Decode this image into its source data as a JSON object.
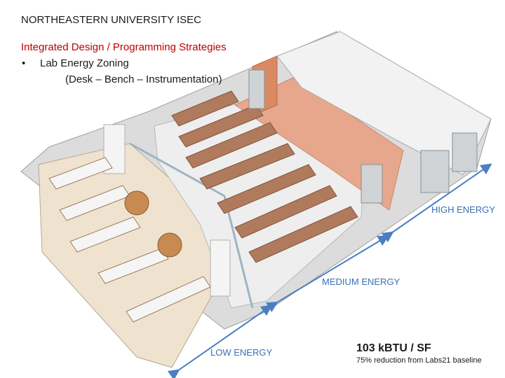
{
  "header": {
    "title": "NORTHEASTERN UNIVERSITY ISEC",
    "subtitle": "Integrated Design / Programming Strategies",
    "bullet_symbol": "•",
    "bullet_text": "Lab Energy Zoning",
    "bullet_detail": "(Desk – Bench – Instrumentation)"
  },
  "zones": {
    "high": "HIGH ENERGY",
    "medium": "MEDIUM ENERGY",
    "low": "LOW ENERGY"
  },
  "metrics": {
    "value": "103 kBTU / SF",
    "note": "75% reduction from Labs21 baseline"
  },
  "colors": {
    "title_text": "#1a1a1a",
    "subtitle_text": "#c00000",
    "zone_label": "#3a6fb5",
    "arrow": "#4a7fc1",
    "desk_floor": "#efe3cf",
    "lab_floor": "#e6a78d",
    "accent_wall": "#d98a63",
    "bench_top": "#b07a5c",
    "wall": "#f0f0f0"
  }
}
